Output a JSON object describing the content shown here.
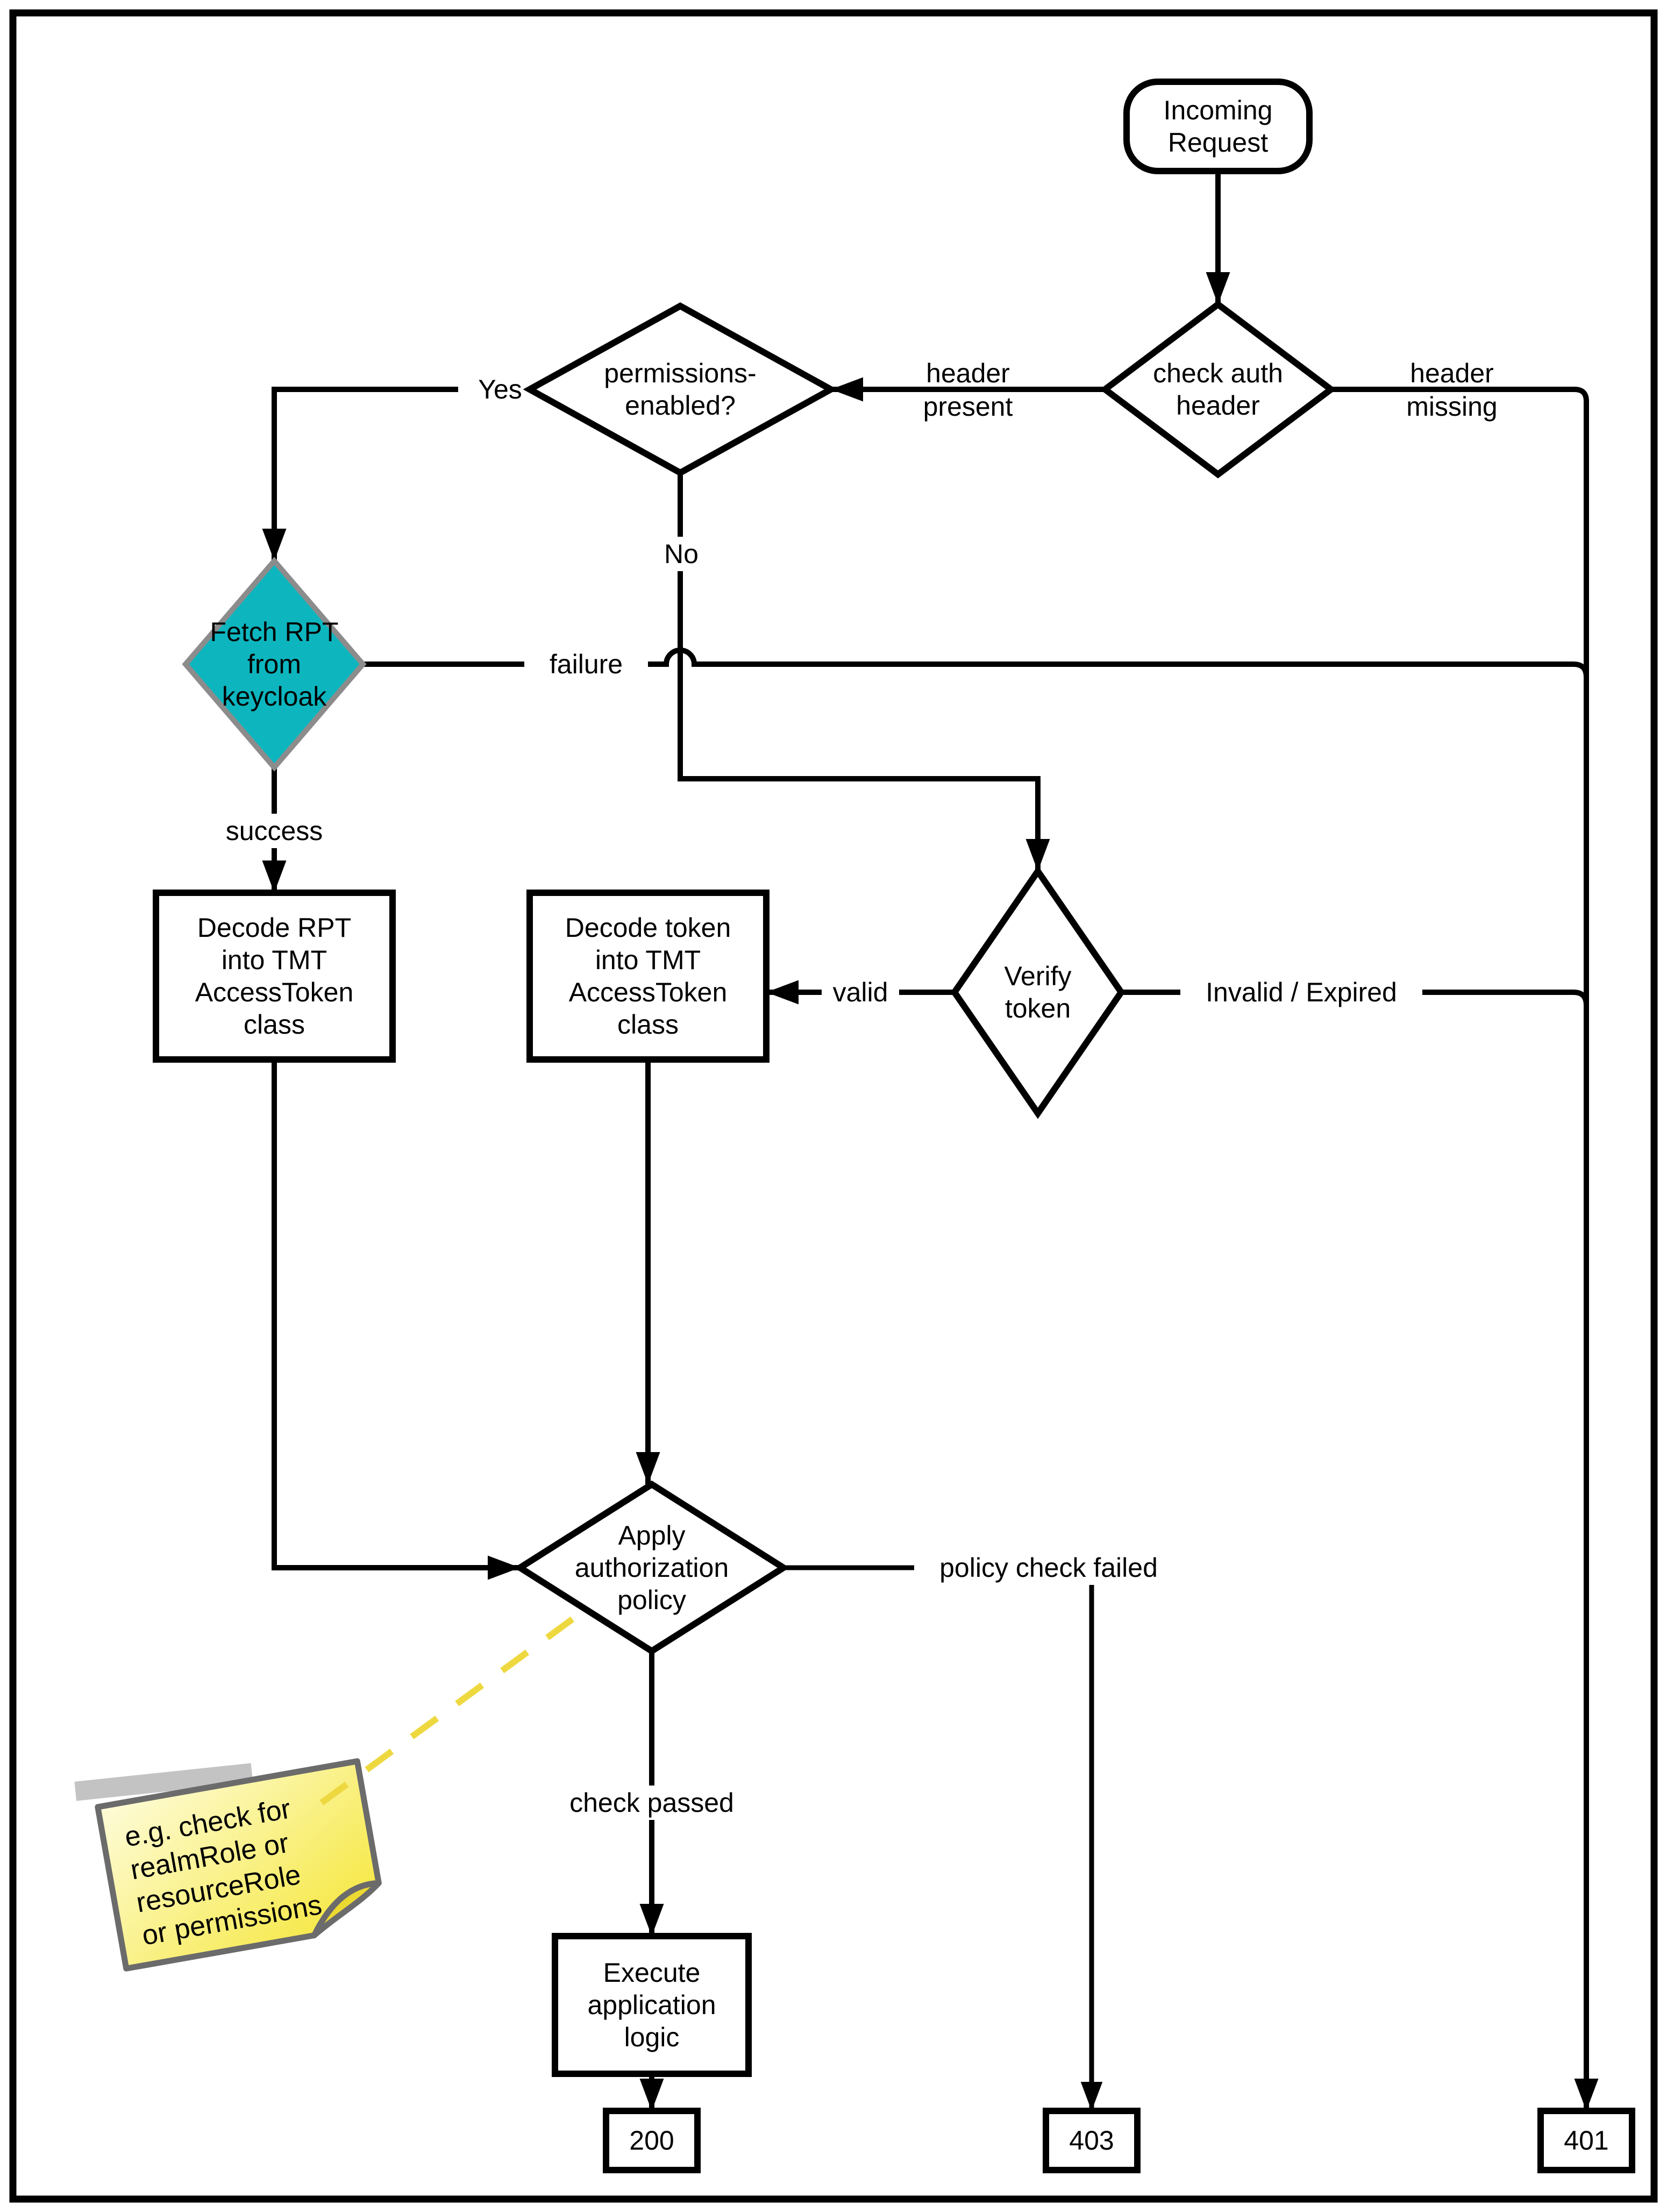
{
  "diagram": {
    "title_hint": "keycloak authorization flowchart",
    "nodes": {
      "start": {
        "lines": [
          "Incoming",
          "Request"
        ]
      },
      "check_auth": {
        "lines": [
          "check auth",
          "header"
        ]
      },
      "permissions": {
        "lines": [
          "permissions-",
          "enabled?"
        ]
      },
      "fetch_rpt": {
        "lines": [
          "Fetch RPT",
          "from",
          "keycloak"
        ]
      },
      "decode_rpt": {
        "lines": [
          "Decode RPT",
          "into TMT",
          "AccessToken",
          "class"
        ]
      },
      "decode_token": {
        "lines": [
          "Decode token",
          "into TMT",
          "AccessToken",
          "class"
        ]
      },
      "verify_token": {
        "lines": [
          "Verify",
          "token"
        ]
      },
      "apply_policy": {
        "lines": [
          "Apply",
          "authorization",
          "policy"
        ]
      },
      "execute": {
        "lines": [
          "Execute",
          "application",
          "logic"
        ]
      },
      "status_200": "200",
      "status_403": "403",
      "status_401": "401"
    },
    "edge_labels": {
      "yes": "Yes",
      "no": "No",
      "header_present": [
        "header",
        "present"
      ],
      "header_missing": [
        "header",
        "missing"
      ],
      "failure": "failure",
      "success": "success",
      "valid": "valid",
      "invalid_expired": "Invalid / Expired",
      "policy_check_failed": "policy check failed",
      "check_passed": "check passed"
    },
    "note": {
      "lines": [
        "e.g. check for",
        "realmRole or",
        "resourceRole",
        "or permissions"
      ]
    },
    "colors": {
      "line": "#000000",
      "teal_fill": "#0db6bf",
      "teal_border": "#8c8c8c",
      "note_yellow_light": "#fefcda",
      "note_yellow": "#f5e636",
      "note_fold_dark": "#e3cf2e",
      "note_border": "#6b6b6b",
      "note_tape": "#c3c3c3",
      "dash_yellow": "#eed840"
    }
  }
}
